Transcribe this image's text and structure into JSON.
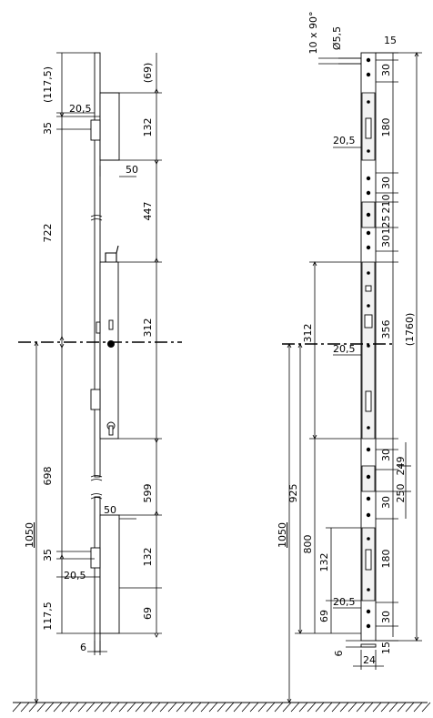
{
  "dimensions": {
    "left_117_5_top": "(117,5)",
    "left_20_5_top": "20,5",
    "left_35_top": "35",
    "left_722": "722",
    "left_698": "698",
    "left_1050": "1050",
    "left_35_bottom": "35",
    "left_20_5_bottom": "20,5",
    "left_117_5_bottom": "117,5",
    "left_6": "6",
    "mid_69_top": "(69)",
    "mid_132_top": "132",
    "mid_50_top": "50",
    "mid_447": "447",
    "mid_312": "312",
    "mid_599": "599",
    "mid_50_bottom": "50",
    "mid_132_bottom": "132",
    "mid_69_bottom": "69",
    "right_10x90": "10 x 90°",
    "right_d5_5": "Ø5,5",
    "right_15_top": "15",
    "right_30_a": "30",
    "right_180_top": "180",
    "right_20_5_a": "20,5",
    "right_30_b": "30",
    "right_210": "210",
    "right_125": "125",
    "right_30_c": "30",
    "right_312": "312",
    "right_356": "356",
    "right_1760": "(1760)",
    "right_20_5_b": "20,5",
    "right_1050": "1050",
    "right_925": "925",
    "right_800": "800",
    "right_30_d": "30",
    "right_249": "249",
    "right_250": "250",
    "right_30_e": "30",
    "right_132": "132",
    "right_180_bottom": "180",
    "right_69": "69",
    "right_20_5_c": "20,5",
    "right_30_f": "30",
    "right_15_bottom": "15",
    "right_6": "6",
    "right_24": "24"
  }
}
